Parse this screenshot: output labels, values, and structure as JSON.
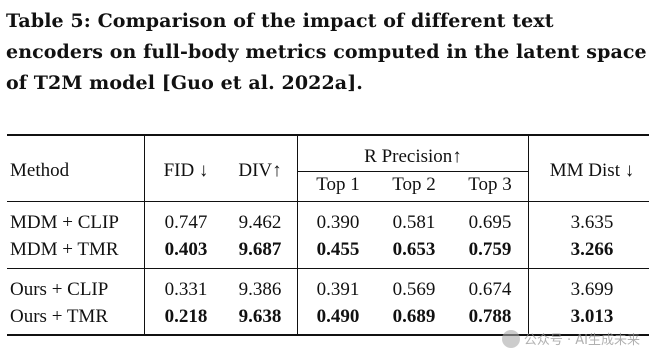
{
  "caption": "Table 5: Comparison of the impact of different text encoders on full-body metrics computed in the latent space of T2M model [Guo et al. 2022a].",
  "headers": {
    "method": "Method",
    "fid": "FID ↓",
    "div": "DIV↑",
    "r_precision": "R Precision↑",
    "top1": "Top 1",
    "top2": "Top 2",
    "top3": "Top 3",
    "mm_dist": "MM Dist ↓"
  },
  "rows": [
    {
      "method": "MDM + CLIP",
      "fid": "0.747",
      "div": "9.462",
      "top1": "0.390",
      "top2": "0.581",
      "top3": "0.695",
      "mm": "3.635",
      "bold": false
    },
    {
      "method": "MDM + TMR",
      "fid": "0.403",
      "div": "9.687",
      "top1": "0.455",
      "top2": "0.653",
      "top3": "0.759",
      "mm": "3.266",
      "bold": true
    },
    {
      "method": "Ours + CLIP",
      "fid": "0.331",
      "div": "9.386",
      "top1": "0.391",
      "top2": "0.569",
      "top3": "0.674",
      "mm": "3.699",
      "bold": false
    },
    {
      "method": "Ours + TMR",
      "fid": "0.218",
      "div": "9.638",
      "top1": "0.490",
      "top2": "0.689",
      "top3": "0.788",
      "mm": "3.013",
      "bold": true
    }
  ],
  "watermark": "公众号 · AI生成未来"
}
